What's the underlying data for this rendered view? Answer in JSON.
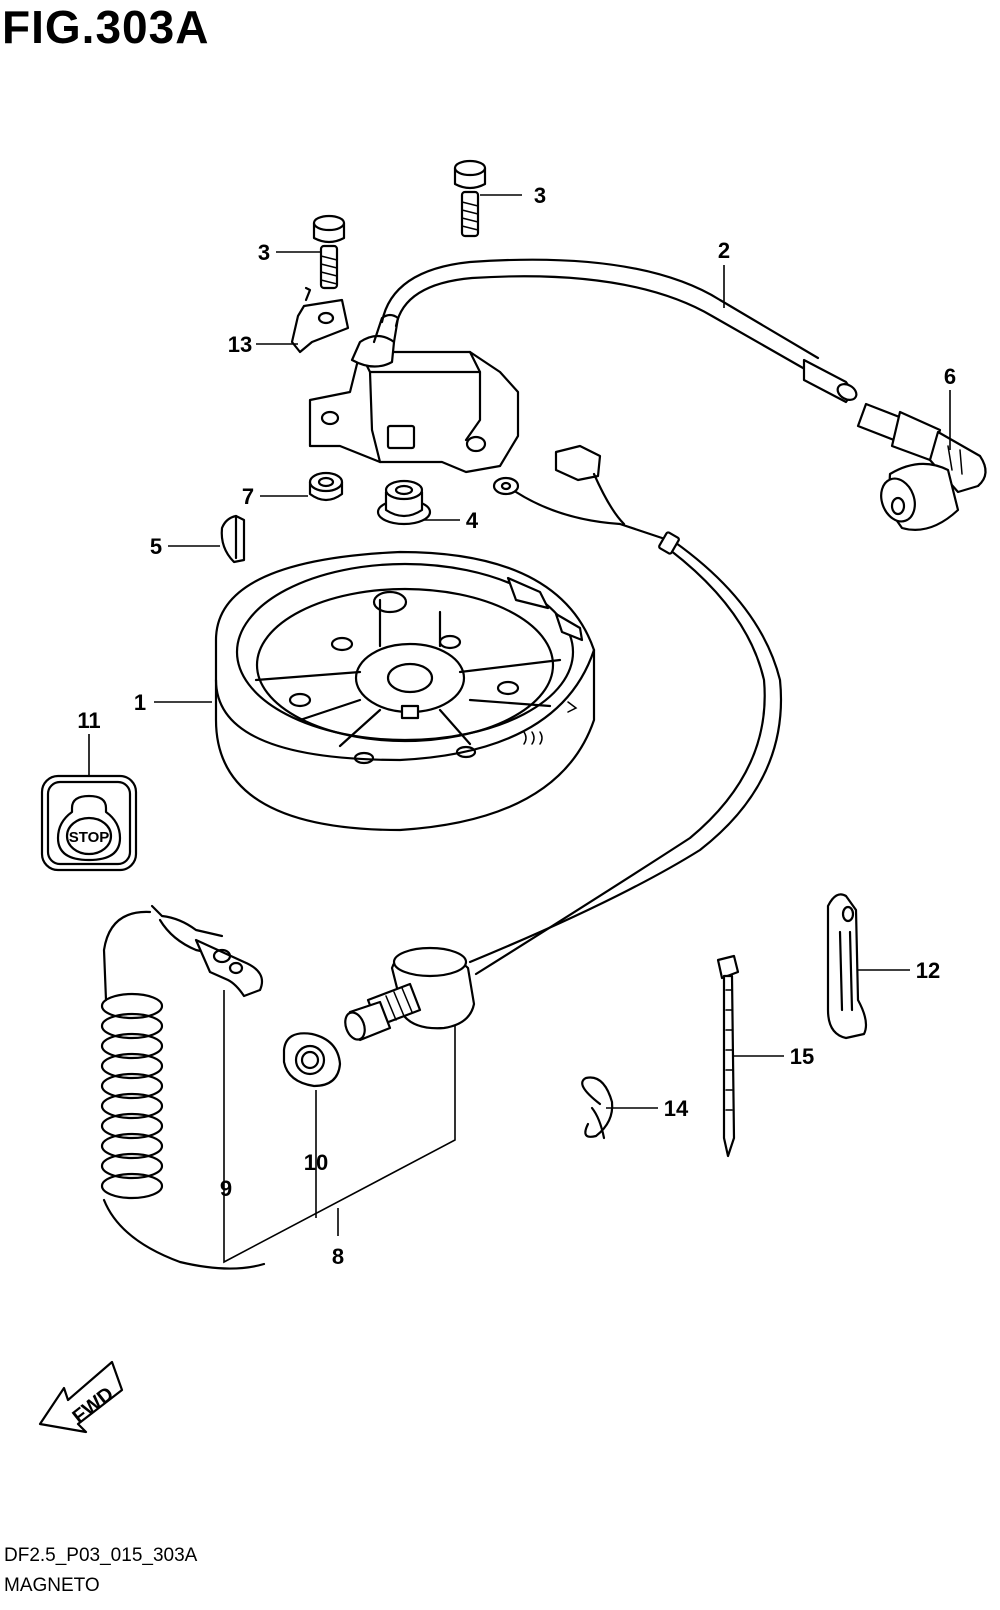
{
  "figure": {
    "title": "FIG.303A",
    "code": "DF2.5_P03_015_303A",
    "name": "MAGNETO",
    "fwd_label": "FWD",
    "stop_label": "STOP"
  },
  "callouts": {
    "c1": "1",
    "c2": "2",
    "c3a": "3",
    "c3b": "3",
    "c4": "4",
    "c5": "5",
    "c6": "6",
    "c7": "7",
    "c8": "8",
    "c9": "9",
    "c10": "10",
    "c11": "11",
    "c12": "12",
    "c13": "13",
    "c14": "14",
    "c15": "15"
  }
}
